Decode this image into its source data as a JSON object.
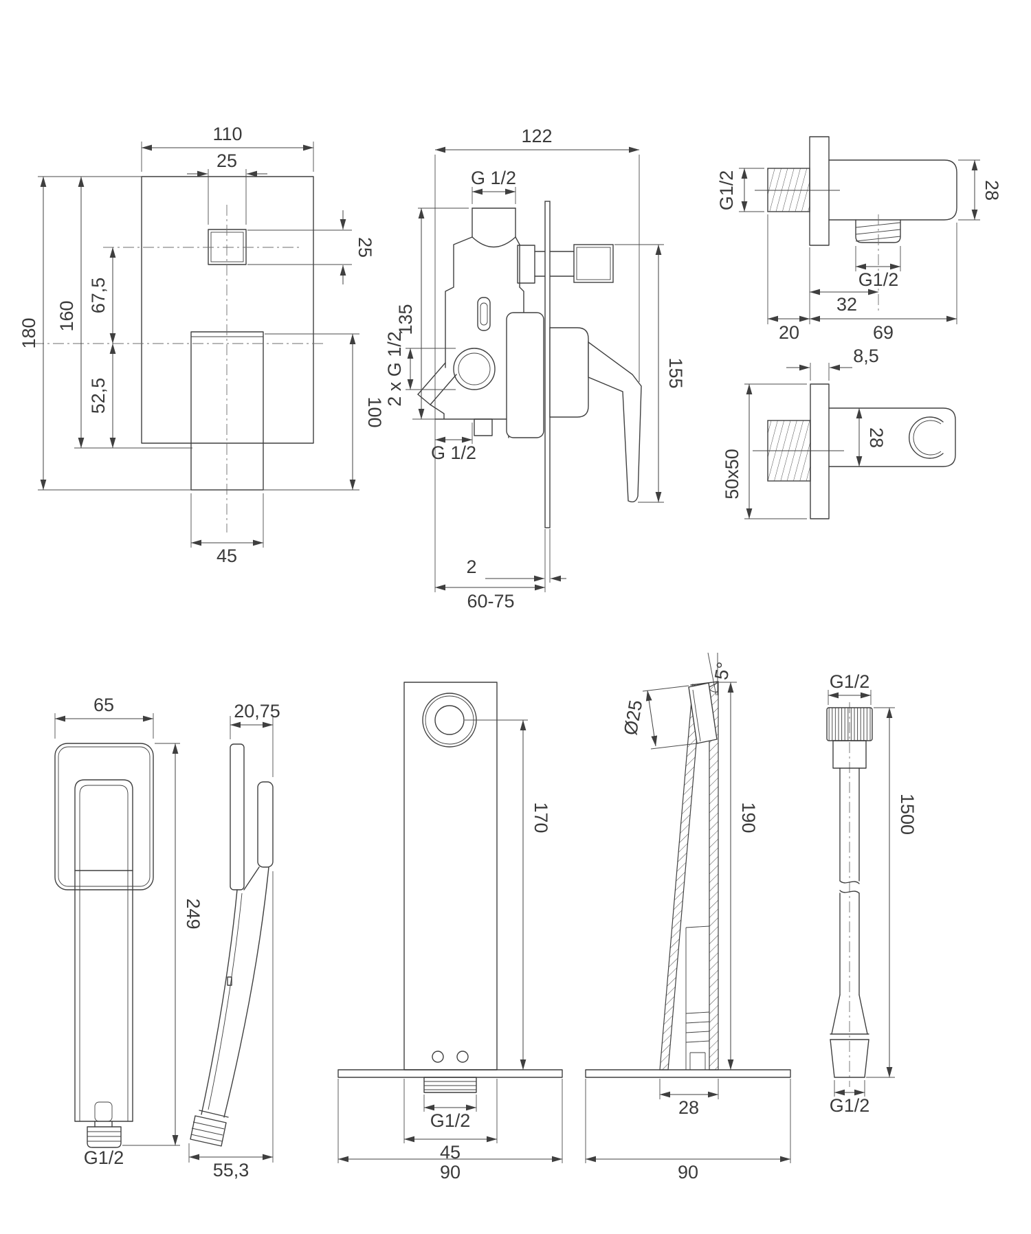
{
  "page": {
    "background": "#ffffff",
    "line_color": "#3f3f3f",
    "text_color": "#3a3a3a"
  },
  "drawings": {
    "mixer_front": {
      "dims": {
        "width": "110",
        "knob_width": "25",
        "knob_height": "25",
        "plate_height": "160",
        "total_height": "180",
        "knob_offset": "67,5",
        "outlet_offset": "52,5",
        "lever_height": "100",
        "lever_width": "45"
      }
    },
    "mixer_side": {
      "dims": {
        "depth": "122",
        "top_thread": "G 1/2",
        "body_height": "135",
        "side_threads": "2 x G 1/2",
        "bottom_thread": "G 1/2",
        "trim_height": "155",
        "plate_thickness": "2",
        "install_depth": "60-75"
      }
    },
    "wall_elbow": {
      "dims": {
        "inlet_thread": "G1/2",
        "body_height": "28",
        "outlet_thread": "G1/2",
        "outlet_offset": "32",
        "flange_depth": "20",
        "body_length": "69"
      }
    },
    "shower_holder": {
      "dims": {
        "flange_thickness": "8,5",
        "flange_size": "50x50",
        "holder_height": "28"
      }
    },
    "handshower_front": {
      "dims": {
        "head_width": "65",
        "total_height": "249",
        "thread": "G1/2"
      }
    },
    "handshower_side": {
      "dims": {
        "head_depth": "20,75",
        "bottom_depth": "55,3"
      }
    },
    "spout_front": {
      "dims": {
        "height": "170",
        "thread": "G1/2",
        "body_width": "45",
        "base_width": "90"
      }
    },
    "spout_side": {
      "dims": {
        "opening_diameter": "Ø25",
        "angle": "5°",
        "height": "190",
        "bottom_width": "28",
        "base_width": "90"
      }
    },
    "hose": {
      "dims": {
        "top_thread": "G1/2",
        "length": "1500",
        "bottom_thread": "G1/2"
      }
    }
  }
}
